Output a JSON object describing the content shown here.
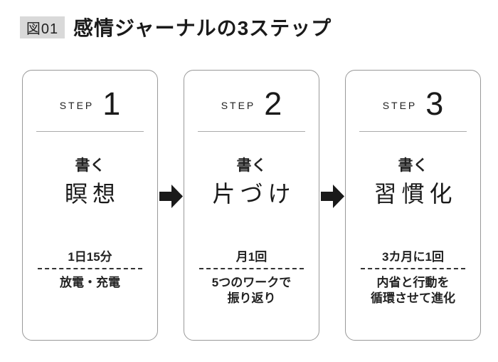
{
  "colors": {
    "text": "#1a1a1a",
    "badge_bg": "#d9d9d9",
    "card_border": "#999999",
    "divider": "#aaaaaa",
    "dashed": "#333333",
    "arrow": "#1a1a1a"
  },
  "header": {
    "badge": "図01",
    "title": "感情ジャーナルの3ステップ"
  },
  "steps": [
    {
      "label": "STEP",
      "number": "1",
      "action": "書く",
      "keyword": "瞑想",
      "frequency": "1日15分",
      "description": "放電・充電"
    },
    {
      "label": "STEP",
      "number": "2",
      "action": "書く",
      "keyword": "片づけ",
      "frequency": "月1回",
      "description": "5つのワークで\n振り返り"
    },
    {
      "label": "STEP",
      "number": "3",
      "action": "書く",
      "keyword": "習慣化",
      "frequency": "3カ月に1回",
      "description": "内省と行動を\n循環させて進化"
    }
  ],
  "arrows": [
    {
      "icon": "right-arrow-icon"
    },
    {
      "icon": "right-arrow-icon"
    }
  ]
}
